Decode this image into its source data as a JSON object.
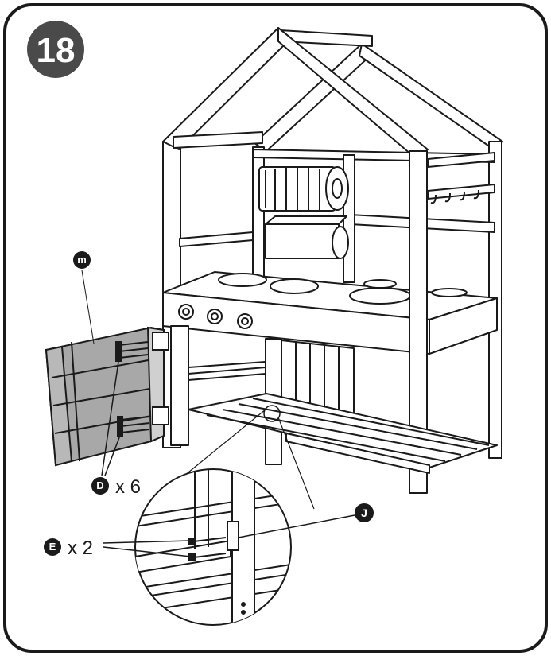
{
  "step": {
    "number": "18"
  },
  "labels": {
    "panel": "m",
    "part_d": "D",
    "part_d_qty": "x 6",
    "part_e": "E",
    "part_e_qty": "x 2",
    "part_j": "J"
  },
  "colors": {
    "ink": "#1a1a1a",
    "badge": "#4a4a4a",
    "panel_fill": "#a8a8a8",
    "wood_fill": "#ffffff"
  }
}
